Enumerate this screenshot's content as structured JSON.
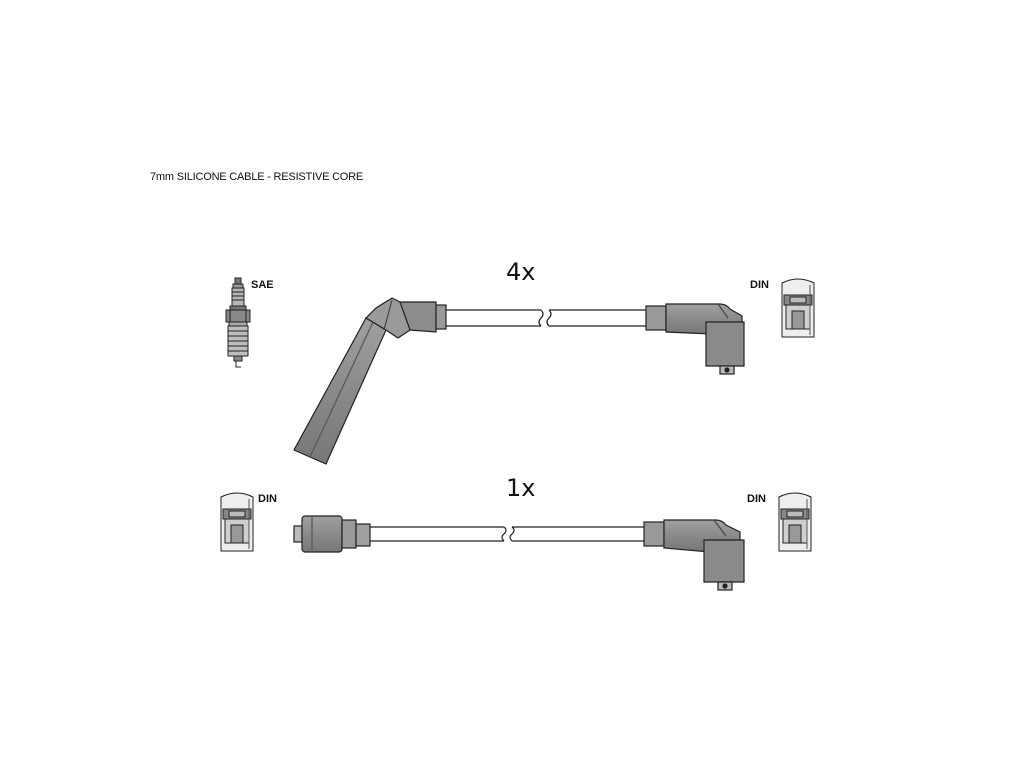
{
  "caption": "7mm SILICONE CABLE - RESISTIVE CORE",
  "leads": [
    {
      "quantity": "4x",
      "left_end": {
        "type": "SAE",
        "icon": "spark-plug-icon"
      },
      "right_end": {
        "type": "DIN",
        "icon": "din-terminal-icon"
      }
    },
    {
      "quantity": "1x",
      "left_end": {
        "type": "DIN",
        "icon": "din-terminal-icon"
      },
      "right_end": {
        "type": "DIN",
        "icon": "din-terminal-icon"
      }
    }
  ],
  "colors": {
    "boot": "#8c8c8c",
    "boot_dark": "#6f6f6f",
    "outline": "#2a2a2a",
    "cable": "#ffffff"
  }
}
